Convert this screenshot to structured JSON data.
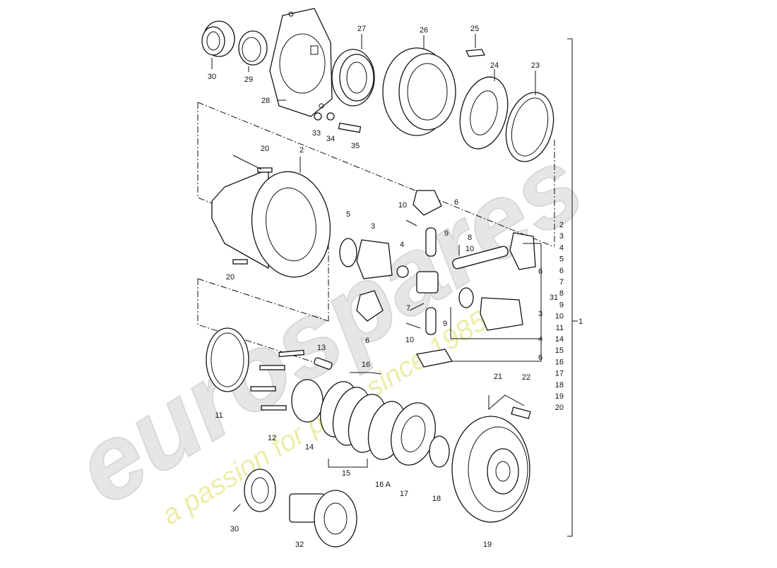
{
  "watermark": {
    "brand": "eurospares",
    "slogan": "a passion for parts since 1985"
  },
  "labels": {
    "p30a": "30",
    "p29": "29",
    "p28": "28",
    "p27": "27",
    "p26": "26",
    "p25": "25",
    "p24": "24",
    "p23": "23",
    "p33": "33",
    "p34": "34",
    "p35": "35",
    "p20a": "20",
    "p2": "2",
    "p20b": "20",
    "p10a": "10",
    "p6a": "6",
    "p5": "5",
    "p3a": "3",
    "p9a": "9",
    "p8": "8",
    "p10b": "10",
    "p4a": "4",
    "p6b": "6",
    "p7": "7",
    "p31": "31",
    "p3b": "3",
    "p6c": "6",
    "p10c": "10",
    "p9b": "9",
    "p4b": "4",
    "p6d": "6",
    "p13": "13",
    "p16": "16",
    "p11": "11",
    "p12": "12",
    "p14": "14",
    "p15": "15",
    "p16a": "16 A",
    "p17": "17",
    "p18": "18",
    "p21": "21",
    "p22": "22",
    "p30b": "30",
    "p32": "32",
    "p19": "19",
    "p1": "1"
  },
  "index_numbers": [
    "2",
    "3",
    "4",
    "5",
    "6",
    "7",
    "8",
    "9",
    "10",
    "11",
    "14",
    "15",
    "16",
    "17",
    "18",
    "19",
    "20"
  ]
}
